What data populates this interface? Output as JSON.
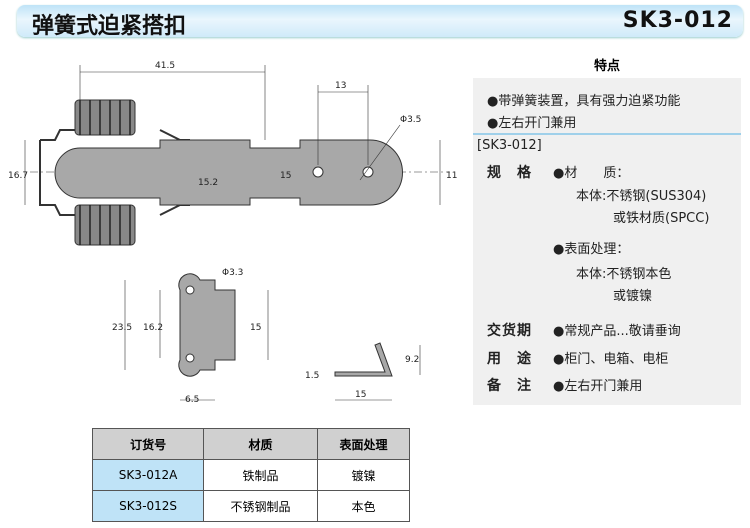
{
  "header": {
    "title": "弹簧式迫紧搭扣",
    "model": "SK3-012"
  },
  "features": {
    "title": "特点",
    "items": [
      "●带弹簧装置，具有强力迫紧功能",
      "●左右开门兼用"
    ]
  },
  "spec": {
    "code": "[SK3-012]",
    "spec_label": "规　格",
    "material_label": "●材　　质：",
    "material_body": "本体:不锈钢(SUS304)",
    "material_alt": "或铁材质(SPCC)",
    "surface_label": "●表面处理：",
    "surface_body": "本体:不锈钢本色",
    "surface_alt": "或镀镍",
    "delivery_label": "交货期",
    "delivery": "●常规产品...敬请垂询",
    "use_label": "用　途",
    "use": "●柜门、电箱、电柜",
    "note_label": "备　注",
    "note": "●左右开门兼用"
  },
  "dims": {
    "d1": "41.5",
    "d2": "13",
    "d3": "Φ3.5",
    "d4": "16.7",
    "d5": "15.2",
    "d6": "15",
    "d7": "11",
    "d8": "Φ3.3",
    "d9": "23.5",
    "d10": "16.2",
    "d11": "15",
    "d12": "6.5",
    "d13": "9.2",
    "d14": "1.5",
    "d15": "15"
  },
  "table": {
    "headers": [
      "订货号",
      "材质",
      "表面处理"
    ],
    "rows": [
      [
        "SK3-012A",
        "铁制品",
        "镀镍"
      ],
      [
        "SK3-012S",
        "不锈钢制品",
        "本色"
      ]
    ]
  }
}
